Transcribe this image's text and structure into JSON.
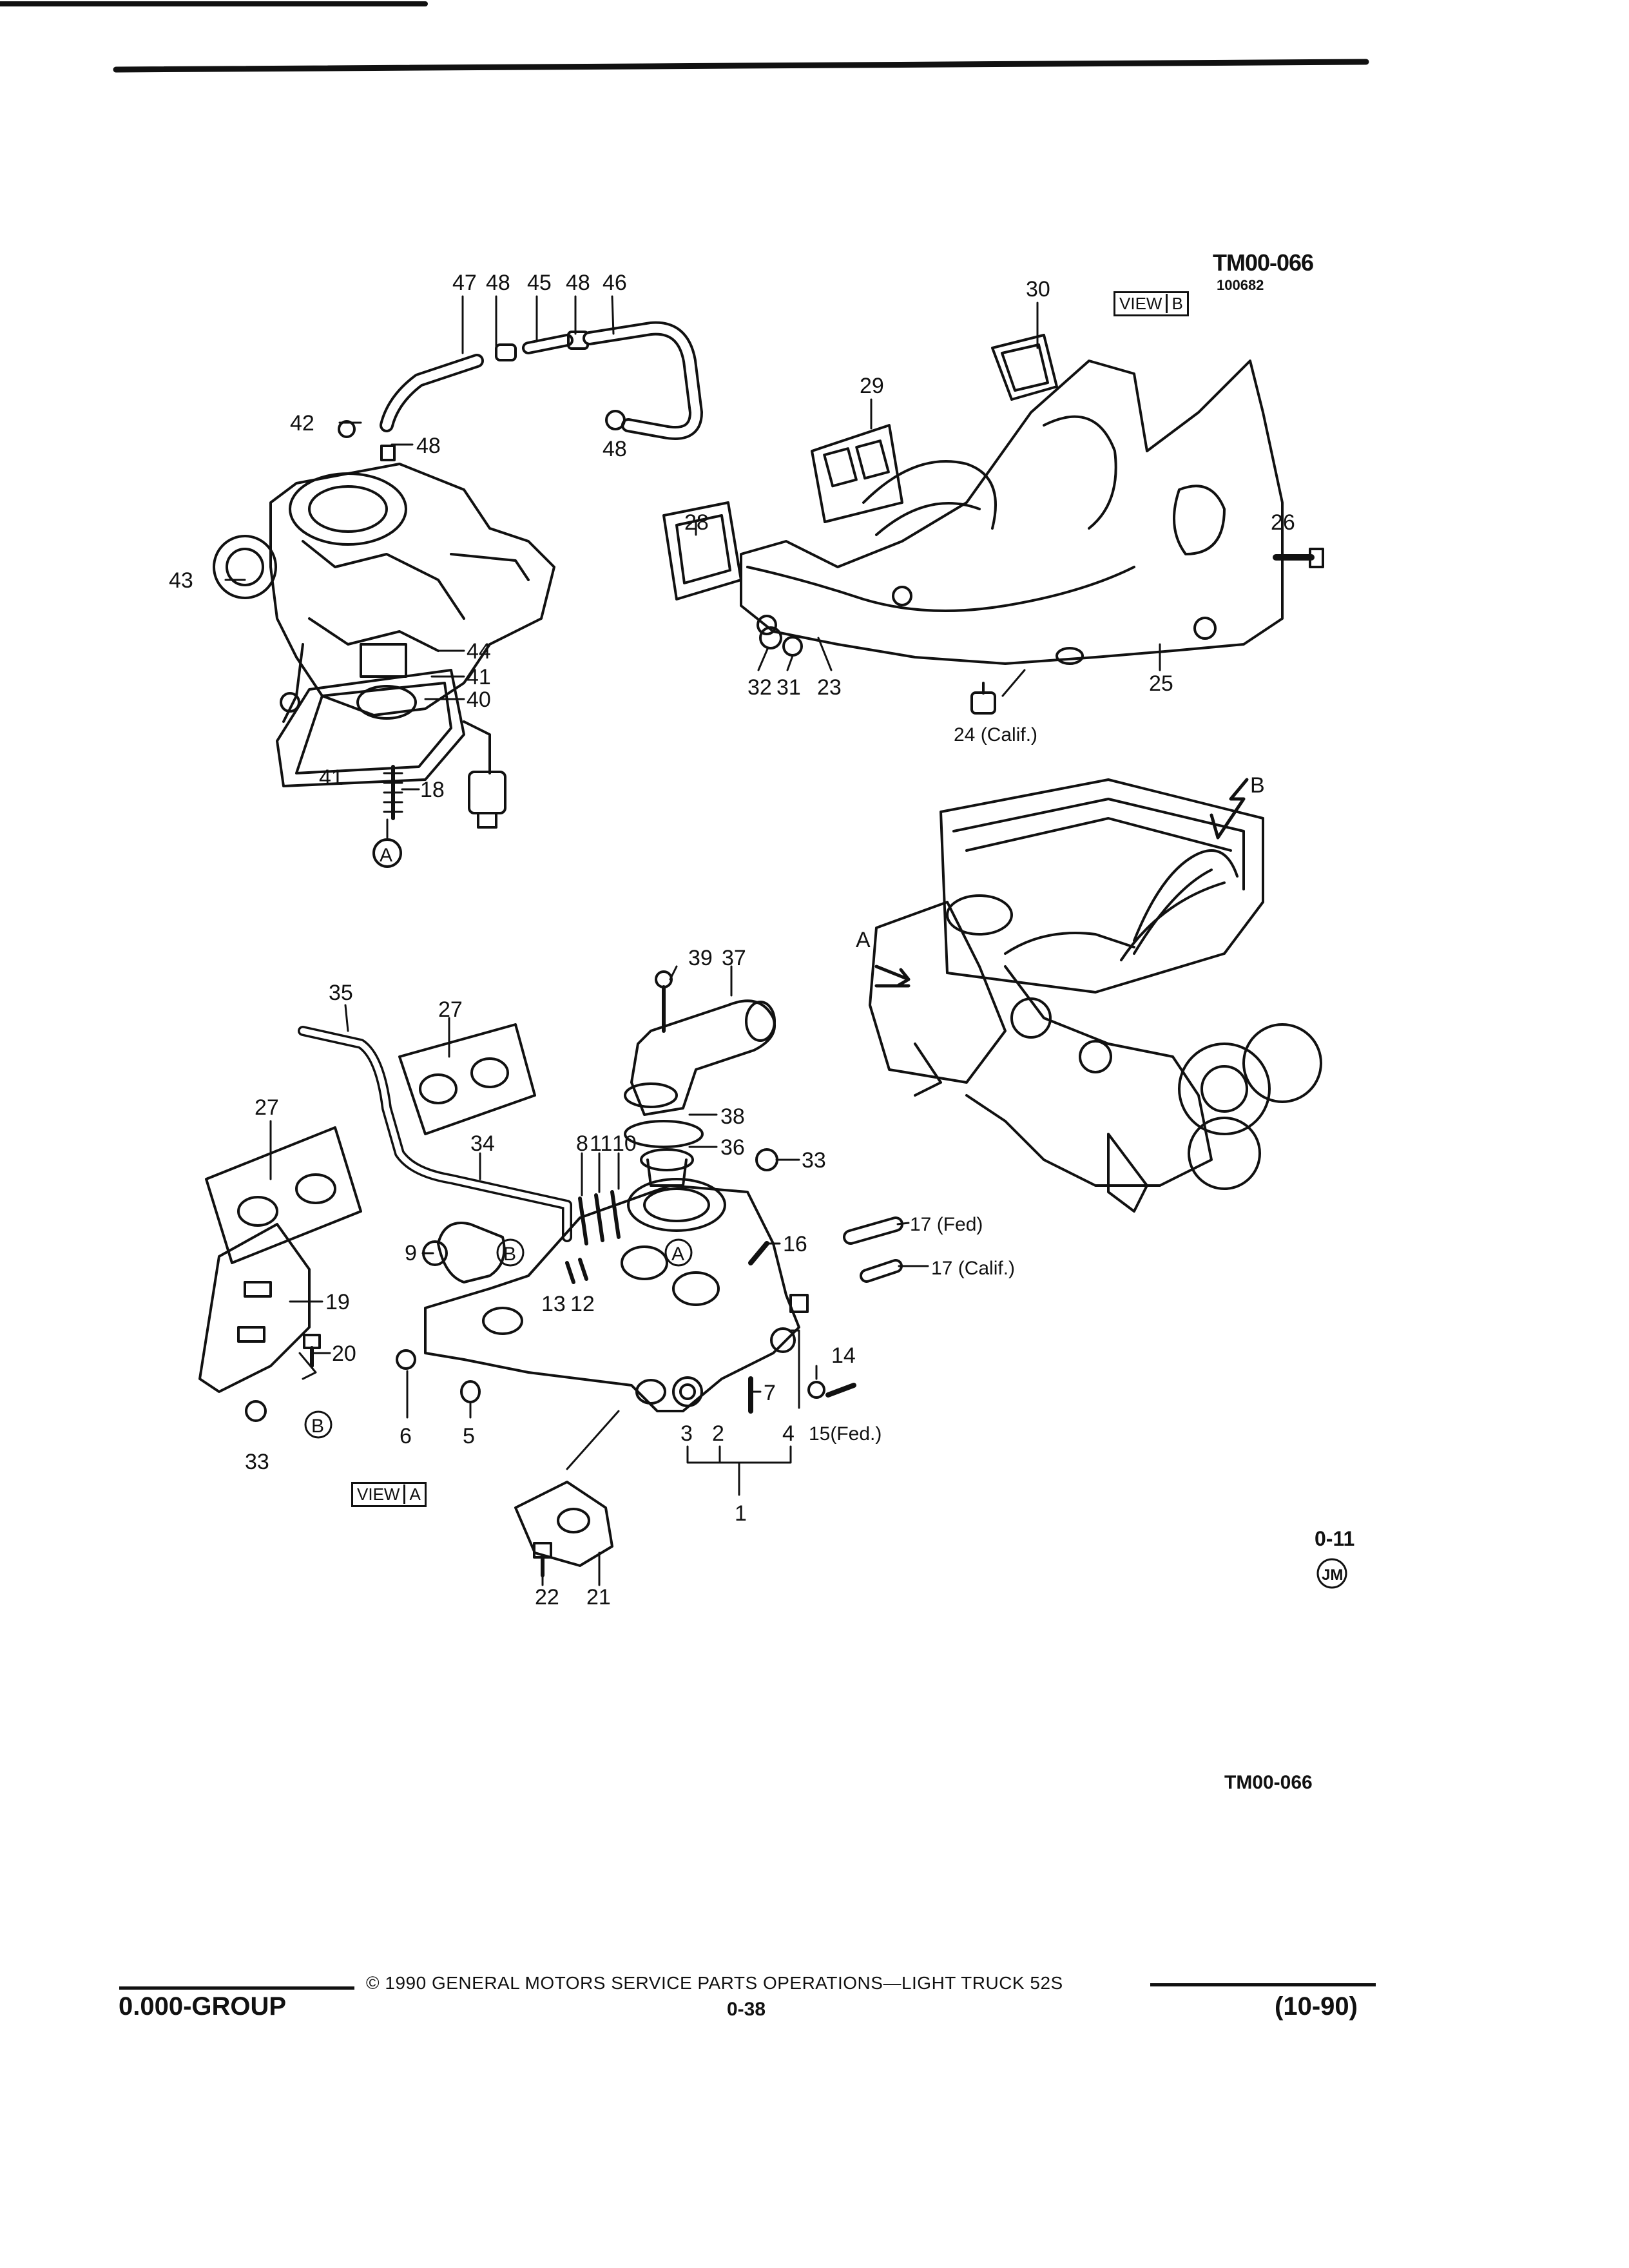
{
  "header": {
    "diagram_id": "TM00-066",
    "diagram_sub_id": "100682"
  },
  "view_labels": {
    "view_b": {
      "word": "VIEW",
      "letter": "B"
    },
    "view_a": {
      "word": "VIEW",
      "letter": "A"
    }
  },
  "callouts": {
    "c47": "47",
    "c48a": "48",
    "c45": "45",
    "c48b": "48",
    "c46": "46",
    "c42": "42",
    "c48c": "48",
    "c48d": "48",
    "c43": "43",
    "c44": "44",
    "c41a": "41",
    "c40": "40",
    "c41b": "41",
    "c18": "18",
    "markA1": "A",
    "c30": "30",
    "c29": "29",
    "c28": "28",
    "c26": "26",
    "c32": "32",
    "c31": "31",
    "c23": "23",
    "c25": "25",
    "c24": "24 (Calif.)",
    "arrowB": "B",
    "arrowA": "A",
    "c39": "39",
    "c37": "37",
    "c35": "35",
    "c27a": "27",
    "c27b": "27",
    "c38": "38",
    "c36": "36",
    "c34": "34",
    "c8": "8",
    "c11": "11",
    "c10": "10",
    "c33a": "33",
    "c9": "9",
    "markB1": "B",
    "c13": "13",
    "c12": "12",
    "markA2": "A",
    "c16": "16",
    "c17a": "17 (Fed)",
    "c17b": "17 (Calif.)",
    "c19": "19",
    "c20": "20",
    "markB2": "B",
    "c33b": "33",
    "c6": "6",
    "c5": "5",
    "c3": "3",
    "c2": "2",
    "c7": "7",
    "c4": "4",
    "c14": "14",
    "c15": "15(Fed.)",
    "c1": "1",
    "c22": "22",
    "c21": "21"
  },
  "page_ref": {
    "number": "0-11",
    "badge": "JM"
  },
  "bottom_id": "TM00-066",
  "footer": {
    "copyright": "© 1990 GENERAL MOTORS SERVICE PARTS OPERATIONS—LIGHT TRUCK 52S",
    "group": "0.000-GROUP",
    "page": "0-38",
    "date_code": "(10-90)"
  }
}
